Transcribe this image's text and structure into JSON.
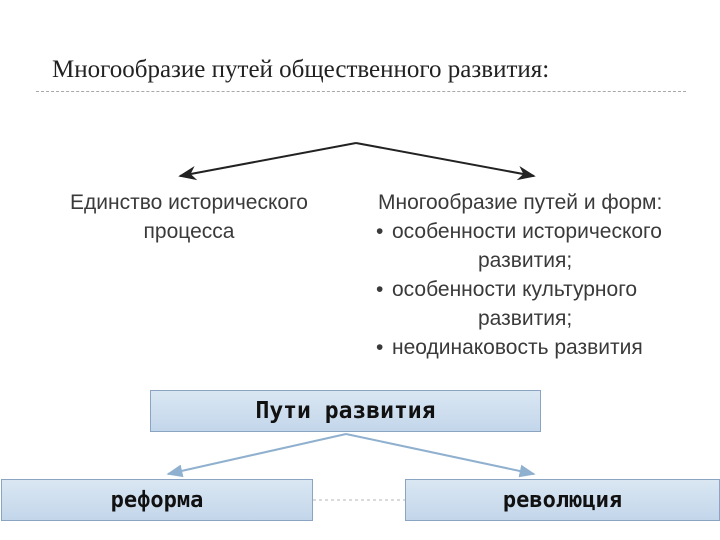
{
  "slide": {
    "title": "Многообразие путей общественного развития:"
  },
  "left_concept": {
    "line1": "Единство исторического",
    "line2": "процесса"
  },
  "right_concept": {
    "heading": "Многообразие путей и форм:",
    "bullets": [
      {
        "line1": "особенности исторического",
        "line2": "развития;"
      },
      {
        "line1": "особенности культурного",
        "line2": "развития;"
      },
      {
        "line1": "неодинаковость развития",
        "line2": ""
      }
    ]
  },
  "paths": {
    "main_label": "Пути развития",
    "left_label": "реформа",
    "right_label": "революция"
  },
  "colors": {
    "box_fill_top": "#dae7f3",
    "box_fill_bottom": "#c3d6ea",
    "box_border": "#8aa4c2",
    "arrow_blue": "#8fb0cf",
    "arrow_black": "#222222"
  }
}
